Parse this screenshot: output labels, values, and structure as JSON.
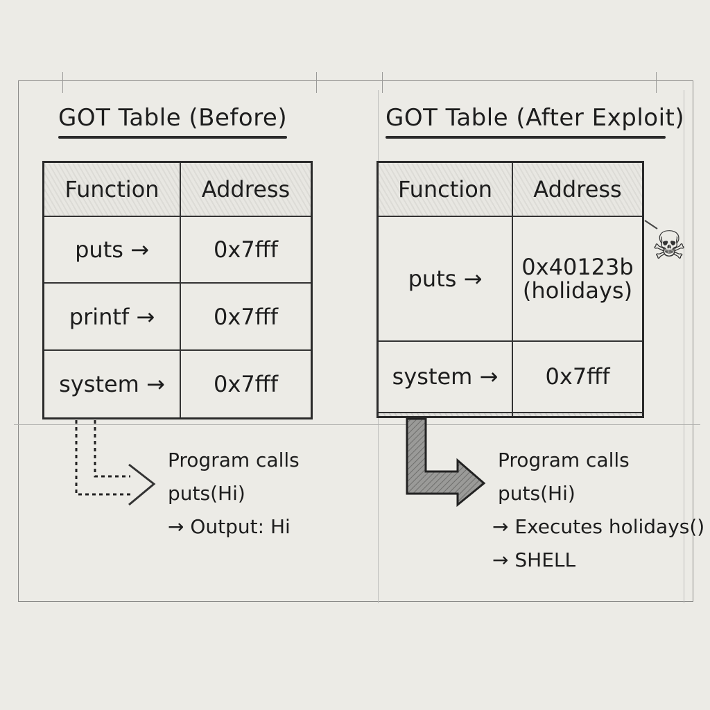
{
  "left": {
    "title": "GOT Table (Before)",
    "headers": {
      "function": "Function",
      "address": "Address"
    },
    "rows": [
      {
        "function": "puts →",
        "address": "0x7fff"
      },
      {
        "function": "printf →",
        "address": "0x7fff"
      },
      {
        "function": "system →",
        "address": "0x7fff"
      }
    ],
    "note": {
      "line1": "Program calls",
      "line2": "puts(Hi)",
      "line3": "→ Output: Hi"
    },
    "arrow_style": "dotted"
  },
  "right": {
    "title": "GOT Table (After Exploit)",
    "headers": {
      "function": "Function",
      "address": "Address"
    },
    "rows": [
      {
        "function": "puts →",
        "address": "0x40123b",
        "address_note": "(holidays)"
      },
      {
        "function": "system →",
        "address": "0x7fff"
      },
      {
        "function": "",
        "address": ""
      }
    ],
    "marker_icon": "skull-and-crossbones",
    "marker_glyph": "☠",
    "note": {
      "line1": "Program calls",
      "line2": "puts(Hi)",
      "line3": "→ Executes holidays()",
      "line4": "→ SHELL"
    },
    "arrow_style": "solid-hatched"
  }
}
